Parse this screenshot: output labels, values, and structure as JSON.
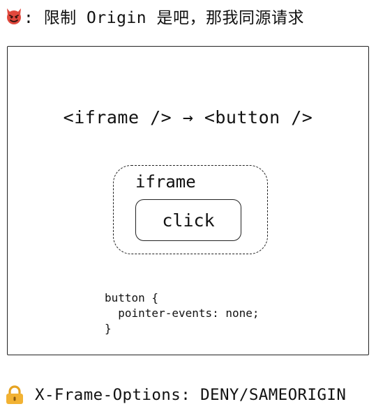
{
  "header": {
    "icon": "devil-face-icon",
    "text": ": 限制 Origin 是吧，那我同源请求"
  },
  "diagram": {
    "flow_label": "<iframe /> → <button />",
    "iframe_label": "iframe",
    "button_label": "click",
    "css_code": "button {\n  pointer-events: none;\n}"
  },
  "footer": {
    "icon": "lock-icon",
    "text": "X-Frame-Options: DENY/SAMEORIGIN"
  },
  "colors": {
    "ink": "#111111",
    "devil": "#e0483d",
    "lock_body": "#f2b233",
    "lock_shackle": "#e6a321"
  }
}
